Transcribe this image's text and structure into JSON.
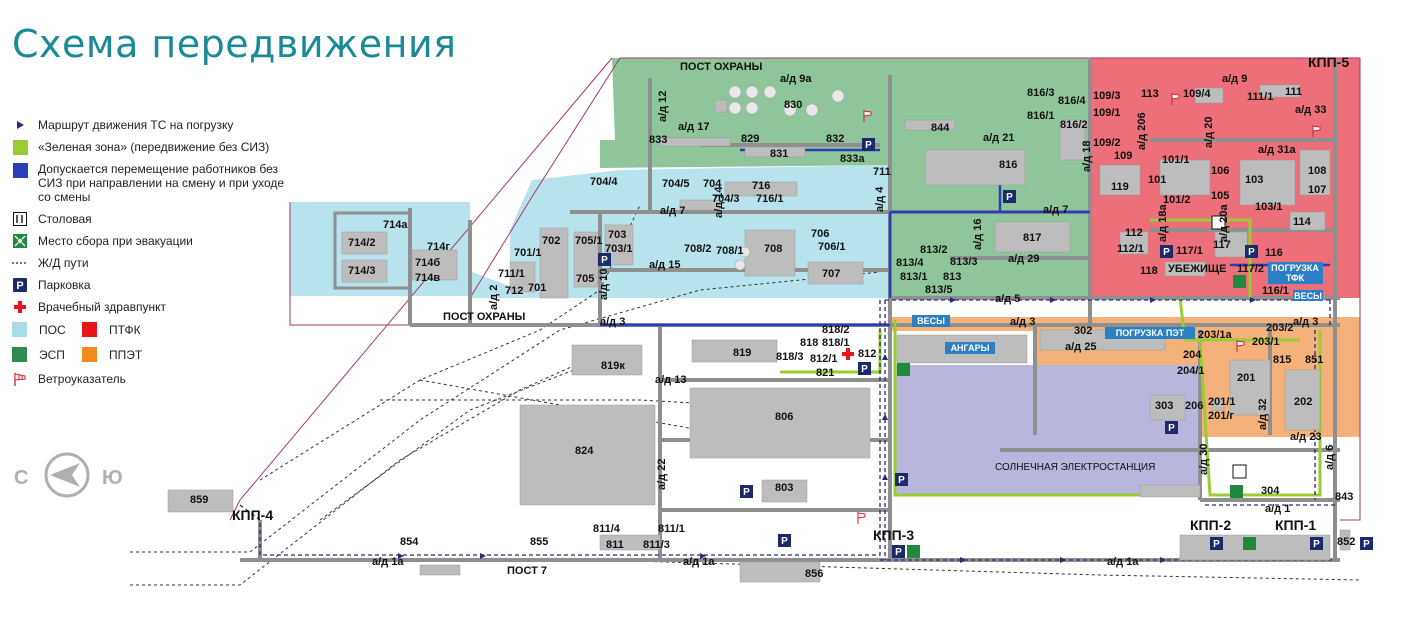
{
  "title": "Схема передвижения",
  "legend": {
    "route": "Маршрут движения ТС на погрузку",
    "green_zone": "«Зеленая зона» (передвижение без СИЗ)",
    "allowed_no_ppe": "Допускается перемещение работников без СИЗ при направлении на смену и при уходе со смены",
    "canteen": "Столовая",
    "assembly": "Место сбора при эвакуации",
    "railway": "Ж/Д пути",
    "parking": "Парковка",
    "medical": "Врачебный здравпункт",
    "pos": "ПОС",
    "ptfk": "ПТФК",
    "esp": "ЭСП",
    "ppet": "ППЭТ",
    "windsock": "Ветроуказатель"
  },
  "colors": {
    "pos": "#a8dde8",
    "ptfk": "#e8151b",
    "esp": "#2e8b4e",
    "ppet": "#f28a1e",
    "green_zone": "#9acd32",
    "no_ppe": "#2b3fb8",
    "route": "#2a2a7a",
    "building": "#bdbdbd",
    "zone_pos": "#b6e3ec",
    "zone_esp": "#8ec59a",
    "zone_ptfk": "#ec6f79",
    "zone_ppet": "#f4b27a",
    "zone_solar": "#b8b6dc"
  },
  "compass": {
    "left": "С",
    "right": "Ю"
  },
  "checkpoints": [
    "КПП-5",
    "КПП-4",
    "КПП-3",
    "КПП-2",
    "КПП-1"
  ],
  "posts": [
    "ПОСТ ОХРАНЫ",
    "ПОСТ ОХРАНЫ",
    "ПОСТ 7"
  ],
  "facilities": [
    "ВЕСЫ",
    "АНГАРЫ",
    "ПОГРУЗКА ПЭТ",
    "ПОГРУЗКА ТФК",
    "ВЕСЫ",
    "УБЕЖИЩЕ",
    "СОЛНЕЧНАЯ ЭЛЕКТРОСТАНЦИЯ"
  ],
  "buildings": {
    "b714a": "714а",
    "b714_2": "714/2",
    "b714g": "714г",
    "b714b": "714б",
    "b714_3": "714/3",
    "b714v": "714в",
    "b702": "702",
    "b701_1": "701/1",
    "b711_1": "711/1",
    "b712": "712",
    "b701": "701",
    "b705_1": "705/1",
    "b703": "703",
    "b703_1": "703/1",
    "b705": "705",
    "b704_4": "704/4",
    "b704_5": "704/5",
    "b704": "704",
    "b716": "716",
    "b704_3": "704/3",
    "b716_1": "716/1",
    "b708_2": "708/2",
    "b708_1": "708/1",
    "b708": "708",
    "b706": "706",
    "b706_1": "706/1",
    "b707": "707",
    "b830": "830",
    "b833": "833",
    "b829": "829",
    "b832": "832",
    "b831": "831",
    "b833a": "833а",
    "b711": "711",
    "b844": "844",
    "b816": "816",
    "b816_3": "816/3",
    "b816_4": "816/4",
    "b816_1": "816/1",
    "b816_2": "816/2",
    "b109_3": "109/3",
    "b109_1": "109/1",
    "b109_2": "109/2",
    "b109": "109",
    "b113": "113",
    "b109_4": "109/4",
    "b111_1": "111/1",
    "b111": "111",
    "b119": "119",
    "b101": "101",
    "b101_1": "101/1",
    "b101_2": "101/2",
    "b106": "106",
    "b105": "105",
    "b103": "103",
    "b103_1": "103/1",
    "b108": "108",
    "b107": "107",
    "b114": "114",
    "b817": "817",
    "b813_2": "813/2",
    "b813_4": "813/4",
    "b813_3": "813/3",
    "b813_1": "813/1",
    "b813": "813",
    "b813_5": "813/5",
    "b112": "112",
    "b112_1": "112/1",
    "b117_1": "117/1",
    "b117": "117",
    "b116": "116",
    "b118": "118",
    "b117_2": "117/2",
    "b116_1": "116/1",
    "b819k": "819к",
    "b819": "819",
    "b818": "818",
    "b818_2": "818/2",
    "b818_1": "818/1",
    "b818_3": "818/3",
    "b812_1": "812/1",
    "b812": "812",
    "b821": "821",
    "b302": "302",
    "b203_1a": "203/1а",
    "b203_2": "203/2",
    "b203_1": "203/1",
    "b204": "204",
    "b204_1": "204/1",
    "b201": "201",
    "b815": "815",
    "b851": "851",
    "b303": "303",
    "b206": "206",
    "b201_1": "201/1",
    "b201_g": "201/г",
    "b202": "202",
    "b806": "806",
    "b824": "824",
    "b803": "803",
    "b859": "859",
    "b854": "854",
    "b855": "855",
    "b811_4": "811/4",
    "b811_1": "811/1",
    "b811": "811",
    "b811_3": "811/3",
    "b856": "856",
    "b304": "304",
    "b843": "843",
    "b852": "852"
  },
  "roads": {
    "r9a": "а/д 9а",
    "r12": "а/д 12",
    "r17": "а/д 17",
    "r4": "а/д 4",
    "r21": "а/д 21",
    "r18": "а/д 18",
    "r206": "а/д 206",
    "r9": "а/д 9",
    "r33": "а/д 33",
    "r20": "а/д 20",
    "r31a": "а/д 31а",
    "r7a": "а/д 7",
    "r7b": "а/д 7",
    "r16": "а/д 16",
    "r29": "а/д 29",
    "r18a": "а/д 18а",
    "r20a": "а/д 20а",
    "r15": "а/д 15",
    "r14": "а/д 14",
    "r2": "а/д 2",
    "r10": "а/д 10",
    "r3a": "а/д 3",
    "r5": "а/д 5",
    "r3b": "а/д 3",
    "r3c": "а/д 3",
    "r25": "а/д 25",
    "r13": "а/д 13",
    "r22": "а/д 22",
    "r32": "а/д 32",
    "r23": "а/д 23",
    "r30": "а/д 30",
    "r6": "а/д 6",
    "r1": "а/д 1",
    "r1a_a": "а/д 1а",
    "r1a_b": "а/д 1а",
    "r1a_c": "а/д 1а"
  }
}
